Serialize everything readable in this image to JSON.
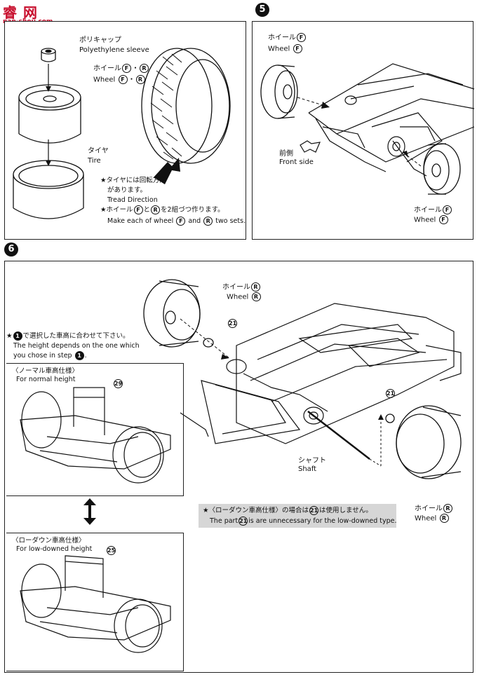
{
  "watermark": {
    "logo": "睿 网",
    "url": "nan-shou.com"
  },
  "steps": {
    "s5": "5",
    "s6": "6",
    "s1": "1"
  },
  "panel4": {
    "poly_jp": "ポリキャップ",
    "poly_en": "Polyethylene sleeve",
    "wheel_jp": "ホイール",
    "wheel_en": "Wheel",
    "tire_jp": "タイヤ",
    "tire_en": "Tire",
    "note1_jp": "★タイヤには回転方向",
    "note1_jp2": "があります。",
    "note1_en": "Tread Direction",
    "note2_jp_a": "★ホイール",
    "note2_jp_b": "と",
    "note2_jp_c": "を2組づつ作ります。",
    "note2_en_a": "Make each of wheel",
    "note2_en_b": "and",
    "note2_en_c": "two sets."
  },
  "panel5": {
    "wheel_jp": "ホイール",
    "wheel_en": "Wheel",
    "front_jp": "前側",
    "front_en": "Front side"
  },
  "panel6": {
    "wheel_jp": "ホイール",
    "wheel_en": "Wheel",
    "part21": "21",
    "part29": "29",
    "part25": "25",
    "height_jp_a": "★",
    "height_jp_b": "で選択した車高に合わせて下さい。",
    "height_en_a": "The height depends on the one which",
    "height_en_b": "you chose in step",
    "normal_jp": "〈ノーマル車高仕様〉",
    "normal_en": "For normal height",
    "low_jp": "〈ローダウン車高仕様〉",
    "low_en": "For low-downed height",
    "shaft_jp": "シャフト",
    "shaft_en": "Shaft",
    "note_jp_a": "★〈ローダウン車高仕様〉の場合は",
    "note_jp_b": "は使用しません。",
    "note_en_a": "The part",
    "note_en_b": "is are unnecessary for the low-downed type."
  },
  "marks": {
    "F": "F",
    "R": "R",
    "sep": "・"
  },
  "colors": {
    "ink": "#111111",
    "note_bg": "#d6d6d6",
    "logo": "#c8102e"
  }
}
